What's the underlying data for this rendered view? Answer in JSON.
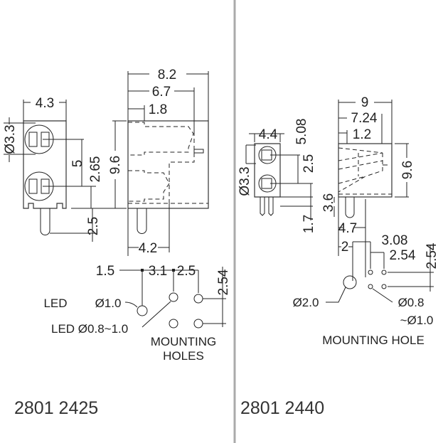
{
  "left": {
    "part_number": "2801 2425",
    "dims": {
      "width_front": "4.3",
      "led_diameter": "Ø3.3",
      "pitch": "5",
      "led_height": "2.65",
      "pin_length": "2.5",
      "overall_depth": "8.2",
      "depth_2": "6.7",
      "depth_3": "1.8",
      "height": "9.6",
      "pin_offset": "4.2",
      "hole_1": "1.5",
      "hole_2": "3.1",
      "hole_3": "2.5",
      "hole_pitch": "2.54"
    },
    "labels": {
      "led": "LED",
      "led_hole": "Ø1.0",
      "led_alt": "LED Ø0.8~1.0",
      "mounting_1": "MOUNTING",
      "mounting_2": "HOLES"
    }
  },
  "right": {
    "part_number": "2801 2440",
    "dims": {
      "width_front": "4.4",
      "pitch": "5.08",
      "led_height": "2.5",
      "led_diameter": "Ø3.3",
      "peg_length": "3.6",
      "pin_length": "1.7",
      "overall_depth": "9",
      "depth_2": "7.24",
      "depth_3": "1.2",
      "height": "9.6",
      "peg_offset": "4.7",
      "peg_edge": "2",
      "hole_offset": "3.08",
      "hole_pitch_x": "2.54",
      "hole_pitch_y": "2.54"
    },
    "labels": {
      "peg_hole": "Ø2.0",
      "pin_hole": "Ø0.8",
      "pin_hole_alt": "~Ø1.0",
      "mounting": "MOUNTING HOLE"
    }
  }
}
